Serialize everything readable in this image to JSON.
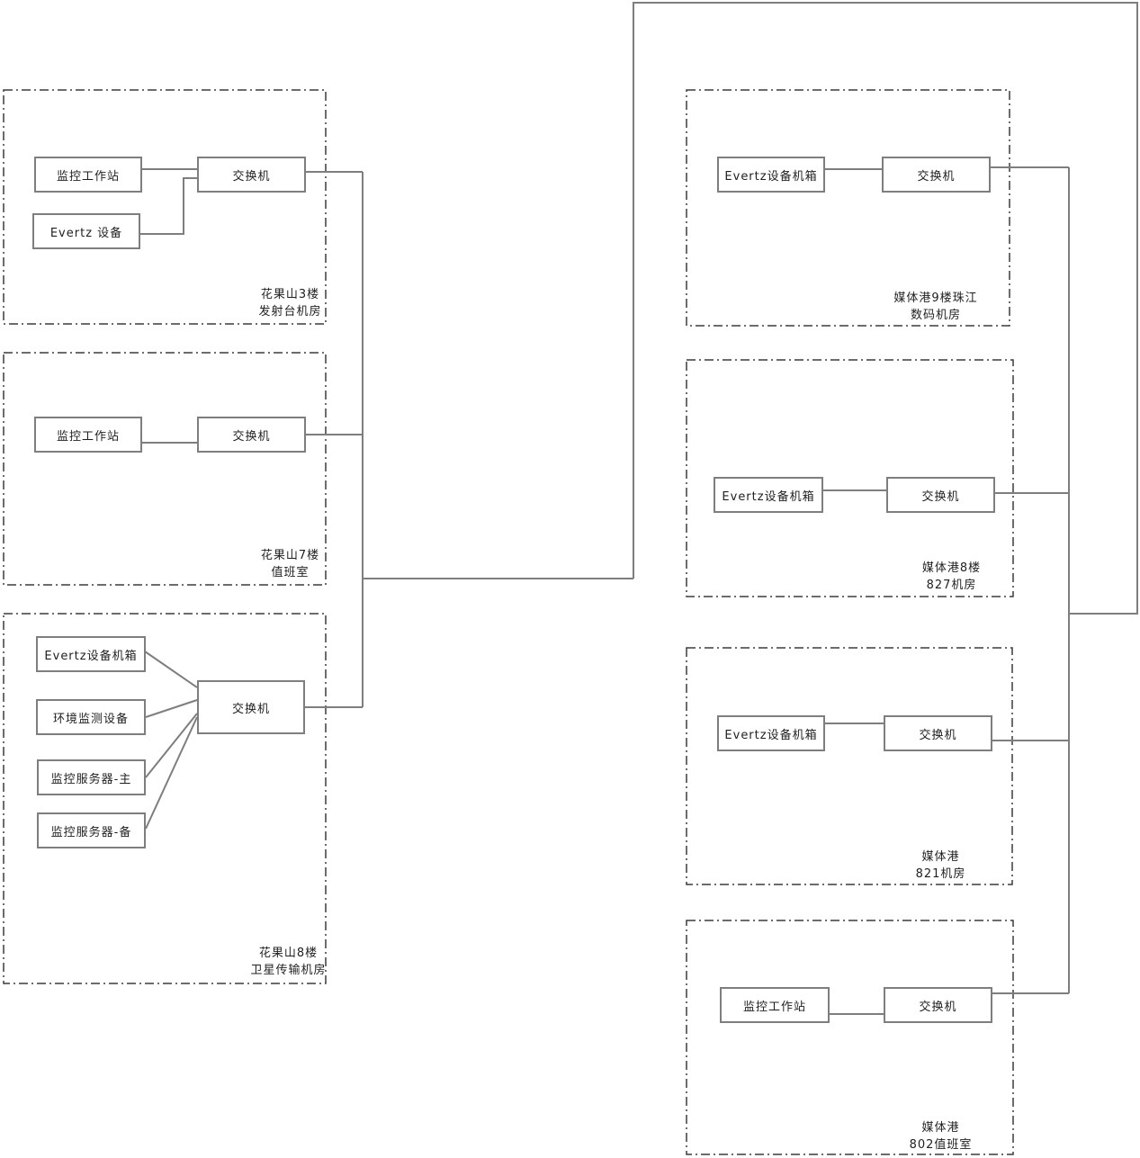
{
  "rooms": [
    {
      "label_lines": [
        "花果山3楼",
        "发射台机房"
      ],
      "devices": {
        "workstation": "监控工作站",
        "evertz": "Evertz 设备",
        "switch": "交换机"
      }
    },
    {
      "label_lines": [
        "花果山7楼",
        "值班室"
      ],
      "devices": {
        "workstation": "监控工作站",
        "switch": "交换机"
      }
    },
    {
      "label_lines": [
        "花果山8楼",
        "卫星传输机房"
      ],
      "devices": {
        "evertz_chassis": "Evertz设备机箱",
        "env_monitor": "环境监测设备",
        "server_main": "监控服务器-主",
        "server_backup": "监控服务器-备",
        "switch": "交换机"
      }
    },
    {
      "label_lines": [
        "媒体港9楼珠江",
        "数码机房"
      ],
      "devices": {
        "evertz_chassis": "Evertz设备机箱",
        "switch": "交换机"
      }
    },
    {
      "label_lines": [
        "媒体港8楼",
        "827机房"
      ],
      "devices": {
        "evertz_chassis": "Evertz设备机箱",
        "switch": "交换机"
      }
    },
    {
      "label_lines": [
        "媒体港",
        "821机房"
      ],
      "devices": {
        "evertz_chassis": "Evertz设备机箱",
        "switch": "交换机"
      }
    },
    {
      "label_lines": [
        "媒体港",
        "802值班室"
      ],
      "devices": {
        "workstation": "监控工作站",
        "switch": "交换机"
      }
    }
  ],
  "colors": {
    "connector_line": "#7e7e7e",
    "device_border": "#7e7e7e",
    "room_dashed_border": "#3c3c3c",
    "text": "#1f1f1f",
    "background": "#ffffff"
  }
}
